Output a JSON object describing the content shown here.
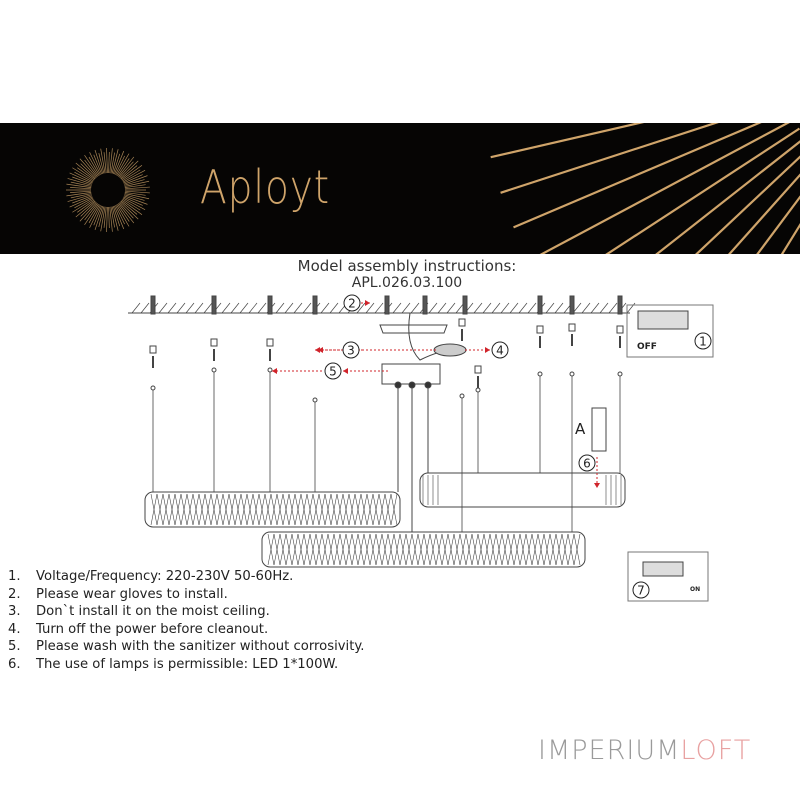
{
  "header": {
    "brand": "Aployt",
    "colors": {
      "background": "#060504",
      "gold": "#cfa46a"
    }
  },
  "title": {
    "line1": "Model assembly instructions:",
    "line2": "APL.026.03.100"
  },
  "diagram": {
    "callouts": [
      "1",
      "2",
      "3",
      "4",
      "5",
      "6",
      "7"
    ],
    "detail_label": "A",
    "off_label": "OFF",
    "on_label": "ON",
    "arrow_color": "#d0242b"
  },
  "notes": [
    {
      "num": "1.",
      "text": "Voltage/Frequency: 220-230V 50-60Hz."
    },
    {
      "num": "2.",
      "text": "Please wear gloves to install."
    },
    {
      "num": "3.",
      "text": "Don`t install it on the moist ceiling."
    },
    {
      "num": "4.",
      "text": "Turn off the power before cleanout."
    },
    {
      "num": "5.",
      "text": "Please wash with the sanitizer without corrosivity."
    },
    {
      "num": "6.",
      "text": "The use of lamps is permissible: LED 1*100W."
    }
  ],
  "watermark": {
    "part1": "IMPERIUM",
    "part2": "LOFT"
  }
}
